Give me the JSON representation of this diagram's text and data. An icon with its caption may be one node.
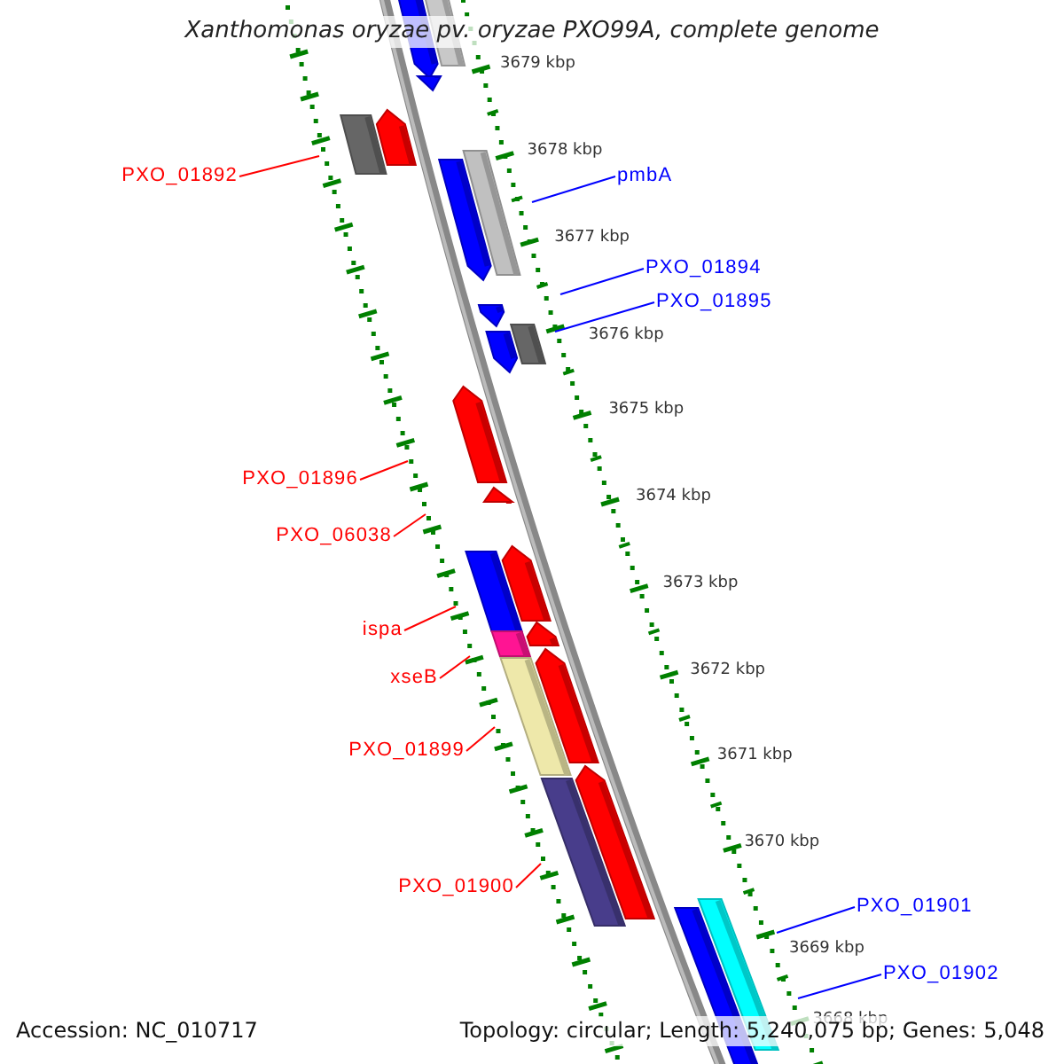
{
  "diagram": {
    "title": "Xanthomonas oryzae pv. oryzae PXO99A, complete genome",
    "nodes": [
      {
        "text": [
          "PXO_01892"
        ]
      },
      {
        "text": [
          "pmbA"
        ]
      },
      {
        "text": [
          "PXO_01894"
        ]
      },
      {
        "text": [
          "PXO_01895"
        ]
      },
      {
        "text": [
          "PXO_01896"
        ]
      },
      {
        "text": [
          "PXO_06038"
        ]
      },
      {
        "text": [
          "ispa"
        ]
      },
      {
        "text": [
          "xseB"
        ]
      },
      {
        "text": [
          "PXO_01899"
        ]
      },
      {
        "text": [
          "PXO_01900"
        ]
      },
      {
        "text": [
          "PXO_01901"
        ]
      },
      {
        "text": [
          "PXO_01902"
        ]
      }
    ],
    "edges": [
      {
        "from": 0,
        "to": null,
        "arrow": "none"
      },
      {
        "from": 1,
        "to": null,
        "arrow": "none",
        "color": "#0000ff"
      },
      {
        "from": 2,
        "to": null,
        "arrow": "none",
        "color": "#0000ff"
      },
      {
        "from": 3,
        "to": null,
        "arrow": "none",
        "color": "#0000ff"
      },
      {
        "from": 4,
        "to": null,
        "arrow": "none"
      },
      {
        "from": 5,
        "to": null,
        "arrow": "none"
      },
      {
        "from": 6,
        "to": null,
        "arrow": "none"
      },
      {
        "from": 7,
        "to": null,
        "arrow": "none"
      },
      {
        "from": 8,
        "to": null,
        "arrow": "none"
      },
      {
        "from": 9,
        "to": null,
        "arrow": "none"
      },
      {
        "from": 10,
        "to": null,
        "arrow": "none",
        "color": "#0000ff"
      },
      {
        "from": 11,
        "to": null,
        "arrow": "none",
        "color": "#0000ff"
      }
    ],
    "labels": [
      "3679 kbp",
      "3678 kbp",
      "3677 kbp",
      "3676 kbp",
      "3675 kbp",
      "3674 kbp",
      "3673 kbp",
      "3672 kbp",
      "3671 kbp",
      "3670 kbp",
      "3669 kbp",
      "3668 kbp",
      "Accession: NC_010717",
      "Topology: circular; Length: 5,240,075 bp; Genes: 5,048"
    ]
  }
}
